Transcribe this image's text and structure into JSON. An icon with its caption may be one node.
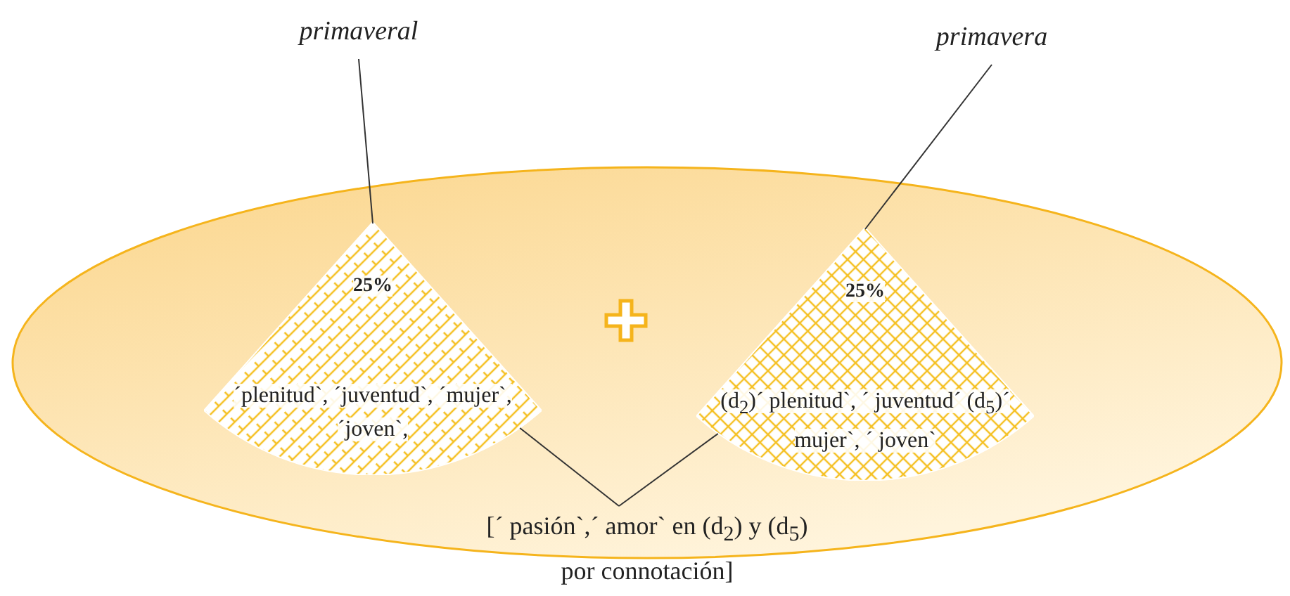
{
  "diagram": {
    "nodes": [
      {
        "text": [],
        "shape": "ellipse"
      },
      {
        "text": [
          "primaveral"
        ]
      },
      {
        "text": [
          "25%",
          "´plenitud`, ´juventud`, ´mujer`, ´joven`,"
        ],
        "in": 0
      },
      {
        "text": [
          "primavera"
        ]
      },
      {
        "text": [
          "25%",
          "(d$_{2}$)´ plenitud`, ´ juventud´ (d$_{5}$)´ mujer`, ´ joven`"
        ],
        "in": 0
      },
      {
        "text": [
          "[´ pasión`,´ amor` en (d$_{2}$) y (d$_{5}$) por connotación]"
        ]
      }
    ],
    "edges": [
      {
        "from": 1,
        "to": 2,
        "arrow": "none"
      },
      {
        "from": 3,
        "to": 4,
        "arrow": "none"
      },
      {
        "from": 5,
        "to": 2,
        "arrow": "none"
      },
      {
        "from": 5,
        "to": 4,
        "arrow": "none"
      }
    ]
  }
}
